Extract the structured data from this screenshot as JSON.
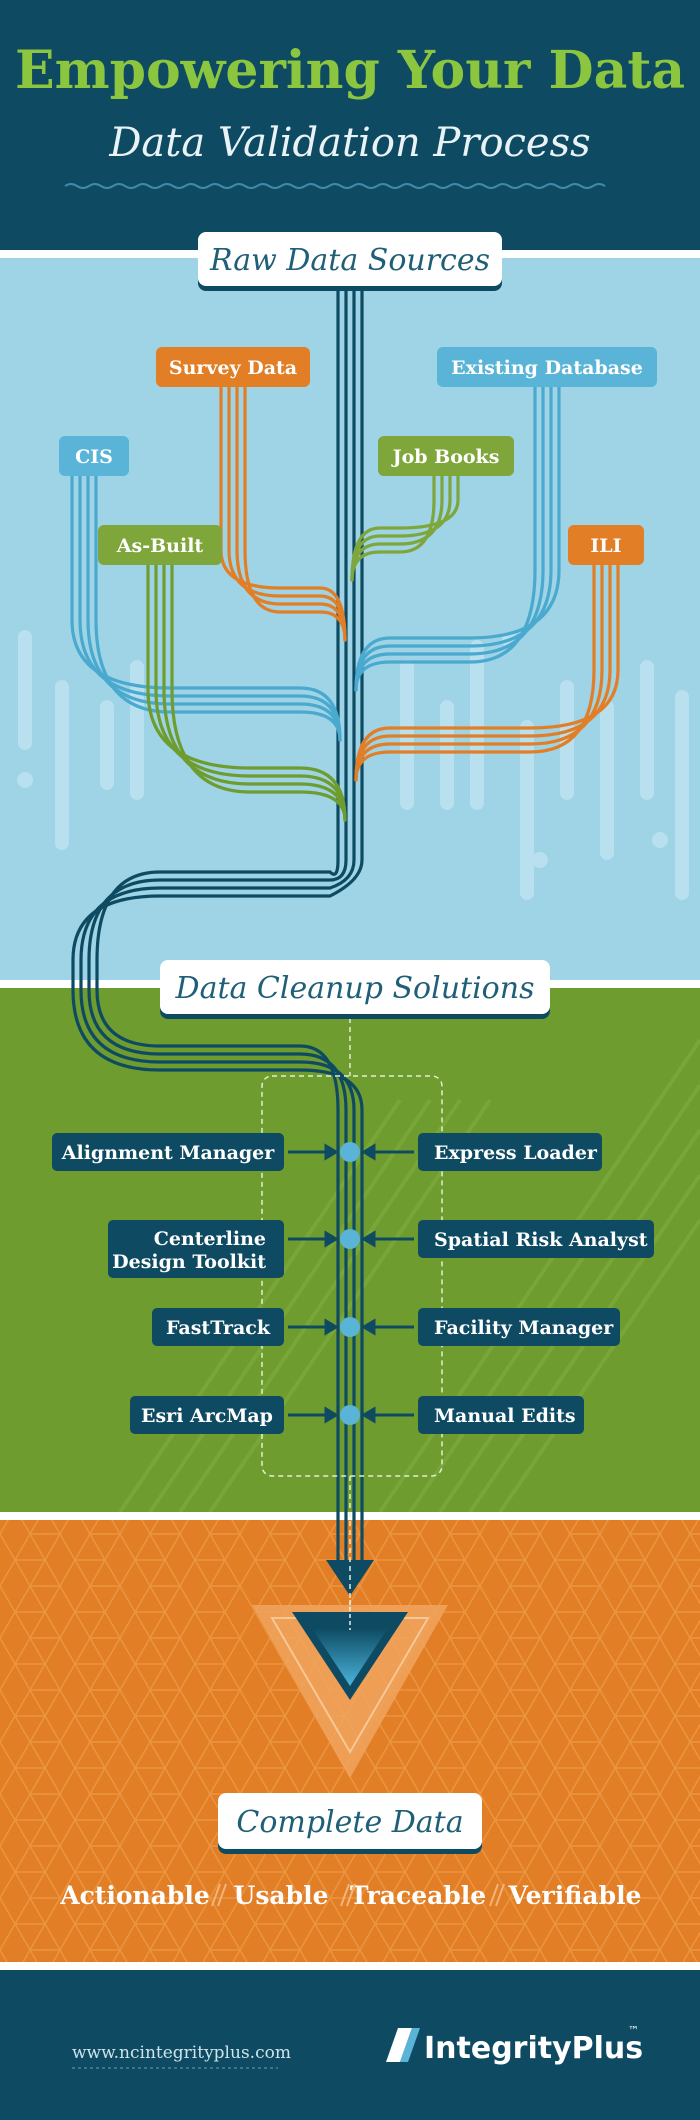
{
  "header": {
    "title": "Empowering Your Data",
    "subtitle": "Data Validation Process"
  },
  "sections": {
    "raw": "Raw Data Sources",
    "cleanup": "Data Cleanup Solutions",
    "complete": "Complete Data"
  },
  "sources": {
    "survey": "Survey Data",
    "existing": "Existing Database",
    "cis": "CIS",
    "job_books": "Job Books",
    "as_built": "As-Built",
    "ili": "ILI"
  },
  "tools_left": [
    "Alignment Manager",
    "Centerline",
    "Design Toolkit",
    "FastTrack",
    "Esri ArcMap"
  ],
  "tools_right": [
    "Express Loader",
    "Spatial Risk Analyst",
    "Facility Manager",
    "Manual Edits"
  ],
  "outcomes": [
    "Actionable",
    "Usable",
    "Traceable",
    "Verifiable"
  ],
  "footer": {
    "url": "www.ncintegrityplus.com",
    "brand": "IntegrityPlus",
    "tm": "™"
  },
  "colors": {
    "navy": "#0e4b63",
    "light_blue": "#9fd3e6",
    "green": "#6f9c2e",
    "orange": "#e27e25",
    "title_green": "#8cc63f"
  }
}
